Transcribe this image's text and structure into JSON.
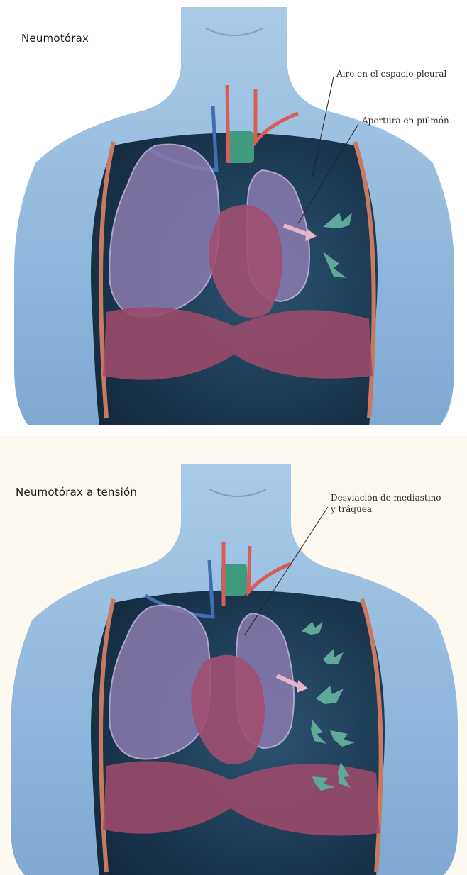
{
  "figures": [
    {
      "title": "Neumotórax",
      "labels": [
        "Aire en el espacio pleural",
        "Apertura en pulmón"
      ]
    },
    {
      "title": "Neumotórax a tensión",
      "labels": [
        "Desviación de mediastino",
        "y tráquea"
      ]
    }
  ],
  "colors": {
    "skin": "#8fb6d9",
    "pleural_air": "#1e3b55",
    "lung": "#8a7bb0",
    "heart": "#a04f70",
    "diaphragm": "#9a4a6a",
    "artery": "#d85c57",
    "vein": "#3f6fb0",
    "trachea": "#3f9a7e",
    "air_arrow": "#5fa89a",
    "shift_arrow": "#e8b4c8"
  }
}
